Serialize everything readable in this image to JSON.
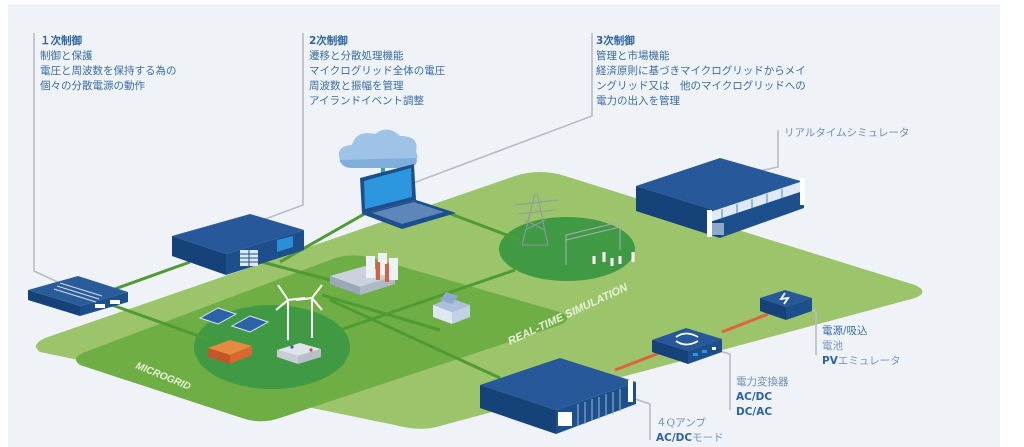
{
  "colors": {
    "background": "#eff2f6",
    "accent_text": "#3a6ea8",
    "outer_ground": "#9cc46a",
    "inner_ground": "#6fae45",
    "circle": "#3f9a43",
    "device_blue": "#1d4f8c",
    "link_green": "#4f9b33",
    "link_orange": "#e0643a",
    "leader_gray": "#b8bcc2"
  },
  "labels": {
    "primary": {
      "title": "１次制御",
      "lines": [
        "制御と保護",
        "電圧と周波数を保持する為の",
        "個々の分散電源の動作"
      ]
    },
    "secondary": {
      "title": "2次制御",
      "lines": [
        "遷移と分散処理機能",
        "マイクログリッド全体の電圧",
        "周波数と振幅を管理",
        "アイランドイベント調整"
      ]
    },
    "tertiary": {
      "title": "3次制御",
      "lines": [
        "管理と市場機能",
        "経済原則に基づきマイクログリッドからメイ",
        "ングリッド又は　他のマイクログリッドへの",
        "電力の出入を管理"
      ]
    },
    "simulator": "リアルタイムシミュレータ",
    "source_sink": {
      "line1": "電源/吸込",
      "line2": "電池",
      "line3_bold": "PV",
      "line3_rest": "エミュレータ"
    },
    "converter": {
      "line1": "電力変換器",
      "line2": "AC/DC",
      "line3": "DC/AC"
    },
    "amplifier": {
      "line1": "４Qアンプ",
      "line2_bold": "AC/DC",
      "line2_rest": "モード"
    }
  },
  "ground_labels": {
    "microgrid": "MICROGRID",
    "realtime": "REAL-TIME SIMULATION"
  },
  "icons": {
    "cloud": "cloud-icon",
    "laptop": "laptop-icon",
    "controller": "controller-icon",
    "rack": "rack-server-icon",
    "simulator": "simulator-icon",
    "amplifier": "amplifier-icon",
    "converter": "converter-icon",
    "source": "power-source-icon",
    "solar": "solar-panel-icon",
    "wind": "wind-turbine-icon",
    "generator": "generator-icon",
    "battery": "battery-icon",
    "factory": "factory-icon",
    "house": "house-icon",
    "pylon": "transmission-tower-icon",
    "substation": "substation-icon"
  }
}
